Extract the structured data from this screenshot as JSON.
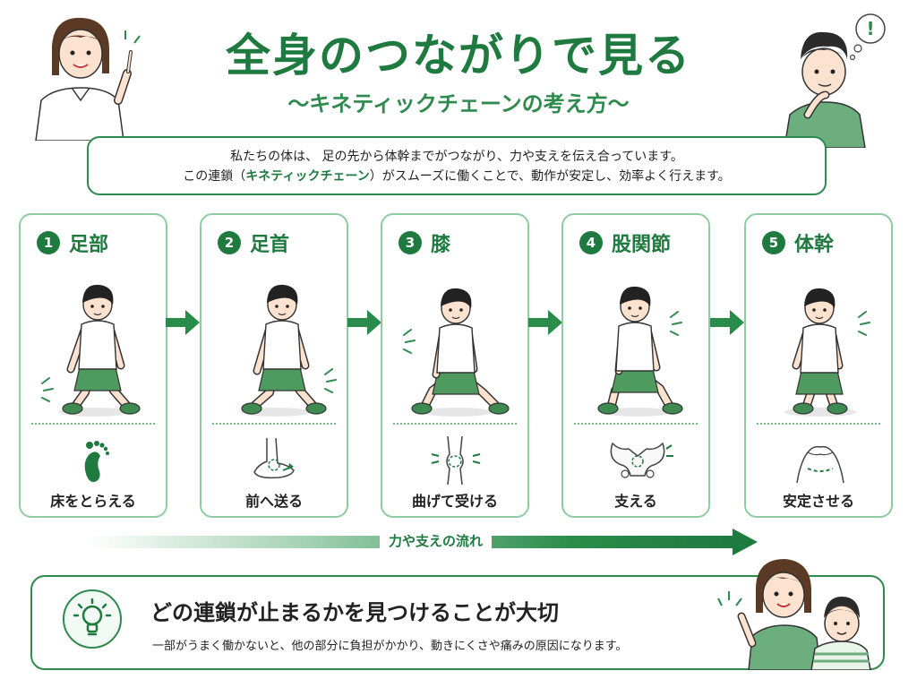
{
  "header": {
    "title": "全身のつながりで見る",
    "subtitle": "〜キネティックチェーンの考え方〜"
  },
  "intro": {
    "line1": "私たちの体は、 足の先から体幹までがつながり、力や支えを伝え合っています。",
    "line2_before": "この連鎖（",
    "line2_highlight": "キネティックチェーン",
    "line2_after": "）がスムーズに働くことで、動作が安定し、効率よく行えます。"
  },
  "steps": [
    {
      "number": "1",
      "title": "足部",
      "caption": "床をとらえる",
      "part_icon": "footprint-icon"
    },
    {
      "number": "2",
      "title": "足首",
      "caption": "前へ送る",
      "part_icon": "ankle-icon"
    },
    {
      "number": "3",
      "title": "膝",
      "caption": "曲げて受ける",
      "part_icon": "knee-icon"
    },
    {
      "number": "4",
      "title": "股関節",
      "caption": "支える",
      "part_icon": "pelvis-icon"
    },
    {
      "number": "5",
      "title": "体幹",
      "caption": "安定させる",
      "part_icon": "torso-icon"
    }
  ],
  "flow": {
    "label": "力や支えの流れ"
  },
  "bottom": {
    "title": "どの連鎖が止まるかを見つけることが大切",
    "text": "一部がうまく働かないと、他の部分に負担がかかり、動きにくさや痛みの原因になります。",
    "icon": "lightbulb-icon"
  },
  "colors": {
    "accent": "#1f7a3f",
    "light_accent": "#8fcca2",
    "shorts": "#4f9a5e"
  }
}
